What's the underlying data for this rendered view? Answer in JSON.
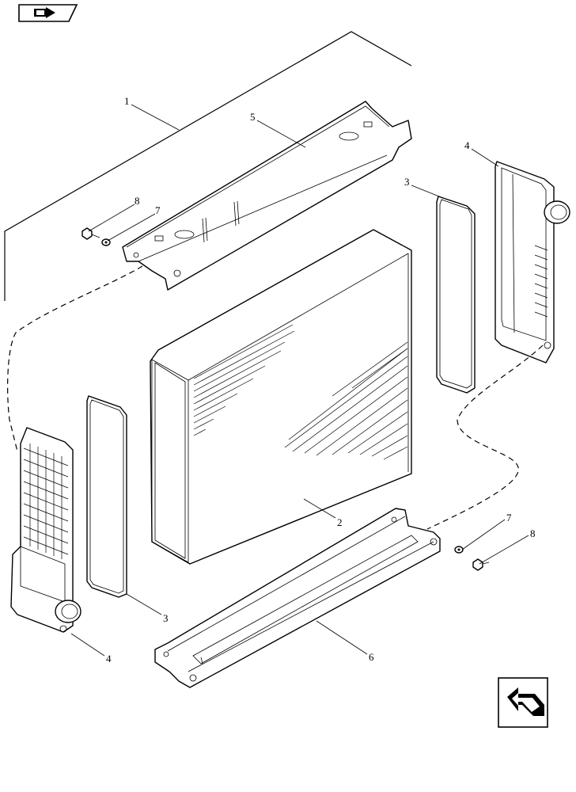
{
  "navigation": {
    "prev_icon": "page-back-arrow-icon",
    "next_icon": "page-forward-arrow-icon"
  },
  "callouts": {
    "c1": "1",
    "c2": "2",
    "c3_top": "3",
    "c3_bottom": "3",
    "c4_top": "4",
    "c4_bottom": "4",
    "c5": "5",
    "c6": "6",
    "c7_top": "7",
    "c7_bottom": "7",
    "c8_top": "8",
    "c8_bottom": "8"
  }
}
